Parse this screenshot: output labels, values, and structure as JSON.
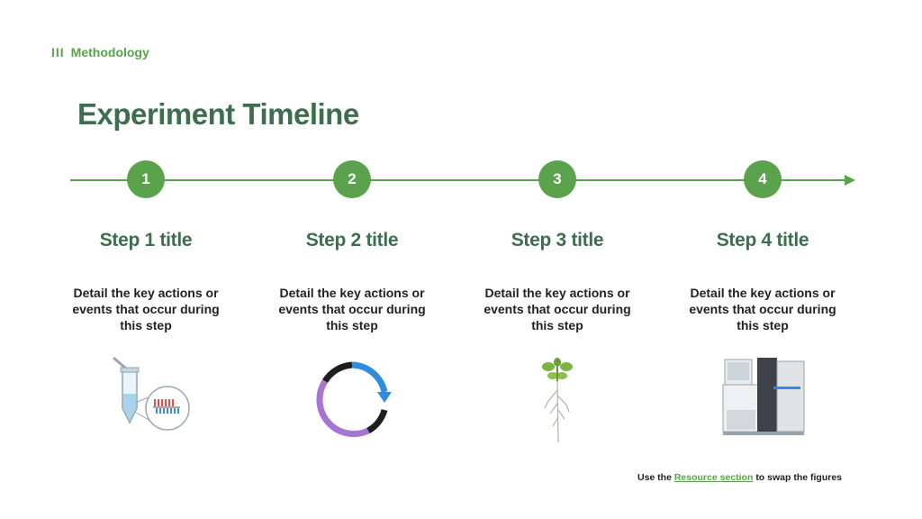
{
  "section": {
    "number": "III",
    "label": "Methodology"
  },
  "title": "Experiment Timeline",
  "steps": [
    {
      "number": "1",
      "title": "Step 1 title",
      "description": "Detail the key actions or events that occur during this step",
      "figure": "test-tube-dna-icon"
    },
    {
      "number": "2",
      "title": "Step 2 title",
      "description": "Detail the key actions or events that occur during this step",
      "figure": "cycle-ring-icon"
    },
    {
      "number": "3",
      "title": "Step 3 title",
      "description": "Detail the key actions or events that occur during this step",
      "figure": "seedling-plant-icon"
    },
    {
      "number": "4",
      "title": "Step 4 title",
      "description": "Detail the key actions or events that occur during this step",
      "figure": "sequencer-machine-icon"
    }
  ],
  "footnote": {
    "prefix": "Use the",
    "link": "Resource section",
    "suffix": "to swap the figures"
  },
  "colors": {
    "accent": "#5aa24b",
    "heading": "#3d6e4e",
    "text": "#222222",
    "background": "#ffffff"
  }
}
